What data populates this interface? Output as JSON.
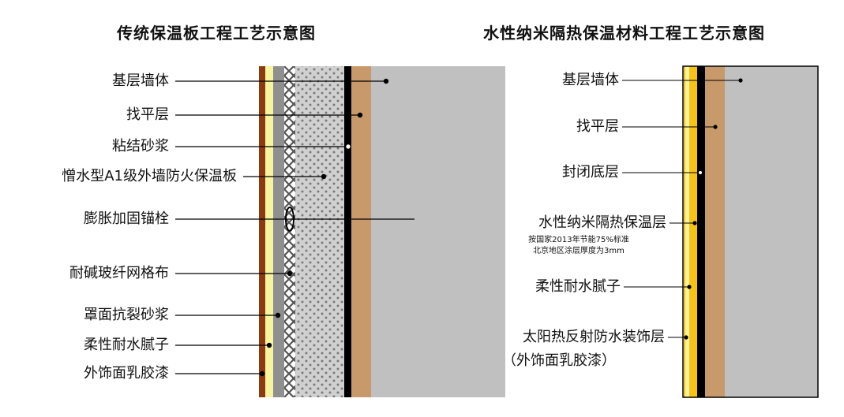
{
  "left_diagram": {
    "title": "传统保温板工程工艺示意图",
    "labels": {
      "base_wall": "基层墙体",
      "leveling_layer": "找平层",
      "bonding_mortar": "粘结砂浆",
      "insulation_board": "憎水型A1级外墙防火保温板",
      "anchor_bolt": "膨胀加固锚栓",
      "mesh_cloth": "耐碱玻纤网格布",
      "crack_resistant_mortar": "罩面抗裂砂浆",
      "flexible_putty": "柔性耐水腻子",
      "exterior_paint": "外饰面乳胶漆"
    }
  },
  "right_diagram": {
    "title": "水性纳米隔热保温材料工程工艺示意图",
    "labels": {
      "base_wall": "基层墙体",
      "leveling_layer": "找平层",
      "sealing_primer": "封闭底层",
      "nano_insulation": "水性纳米隔热保温层",
      "note_line1": "按国家2013年节能75%标准",
      "note_line2": "北京地区涂层厚度为3mm",
      "flexible_putty": "柔性耐水腻子",
      "solar_coating": "太阳热反射防水装饰层",
      "solar_coating_sub": "（外饰面乳胶漆）"
    }
  },
  "colors": {
    "wall": "#c0c0c0",
    "leveling": "#c8996b",
    "black_layer": "#000000",
    "insulation": "#cfcfcf",
    "mesh": "#777777",
    "putty_yellow": "#f8f3a0",
    "paint_brown": "#8b3b12",
    "nano_yellow": "#f5c21b"
  }
}
